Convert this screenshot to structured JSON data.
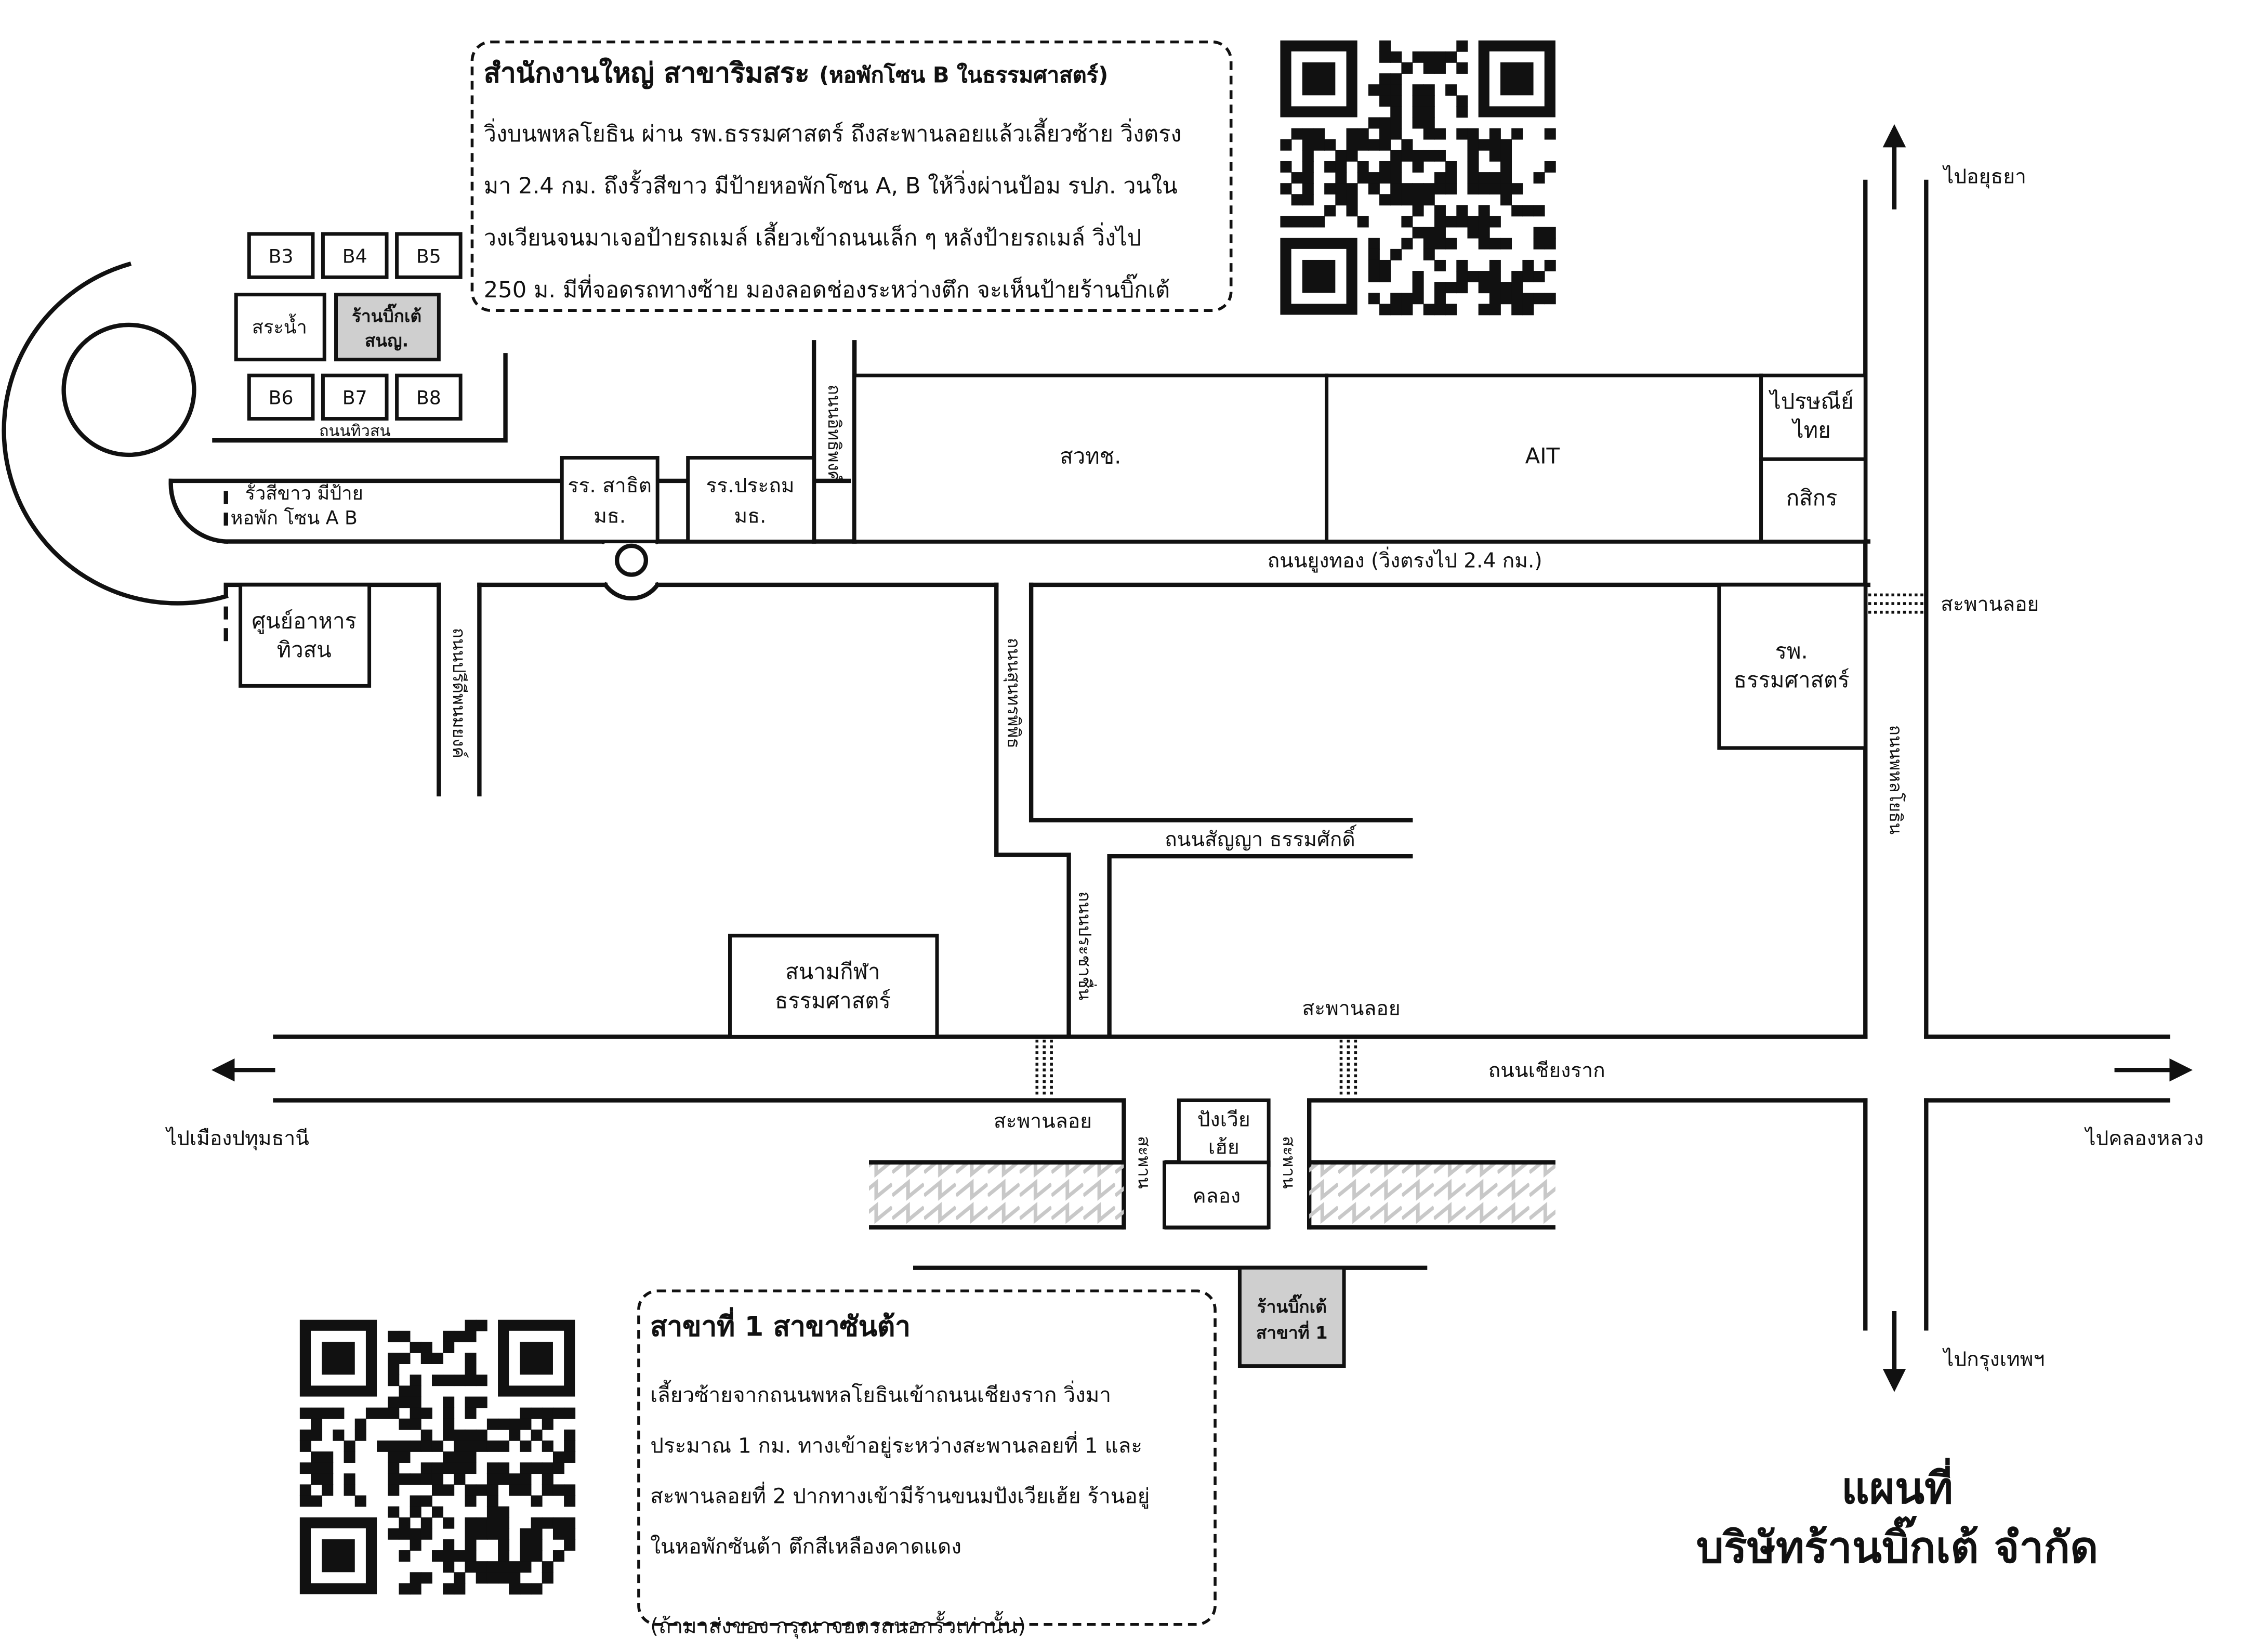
{
  "title": {
    "line1": "แผนที่",
    "line2": "บริษัทร้านบิ๊กเต้ จำกัด"
  },
  "head_office": {
    "title": "สำนักงานใหญ่ สาขาริมสระ",
    "subtitle": "(หอพักโซน B ในธรรมศาสตร์)",
    "lines": [
      "วิ่งบนพหลโยธิน ผ่าน รพ.ธรรมศาสตร์ ถึงสะพานลอยแล้วเลี้ยวซ้าย วิ่งตรง",
      "มา 2.4 กม. ถึงรั้วสีขาว มีป้ายหอพักโซน A, B ให้วิ่งผ่านป้อม รปภ. วนใน",
      "วงเวียนจนมาเจอป้ายรถเมล์  เลี้ยวเข้าถนนเล็ก ๆ หลังป้ายรถเมล์ วิ่งไป",
      "250 ม. มีที่จอดรถทางซ้าย มองลอดช่องระหว่างตึก จะเห็นป้ายร้านบิ๊กเต้"
    ]
  },
  "branch1": {
    "title": "สาขาที่ 1 สาขาซันต้า",
    "lines": [
      "เลี้ยวซ้ายจากถนนพหลโยธินเข้าถนนเชียงราก วิ่งมา",
      "ประมาณ 1 กม. ทางเข้าอยู่ระหว่างสะพานลอยที่ 1 และ",
      "สะพานลอยที่ 2 ปากทางเข้ามีร้านขนมปังเวียเฮ้ย  ร้านอยู่",
      "ในหอพักซันต้า ตึกสีเหลืองคาดแดง"
    ],
    "note": "(ถ้ามาส่งของ กรุณาจอดรถนอกรั้วเท่านั้น)"
  },
  "labels": {
    "b3": "B3",
    "b4": "B4",
    "b5": "B5",
    "b6": "B6",
    "b7": "B7",
    "b8": "B8",
    "pool": "สระน้ำ",
    "shop_main_1": "ร้านบิ๊กเต้",
    "shop_main_2": "สนญ.",
    "tiwason_road": "ถนนทิวสน",
    "fence_1": "รั้วสีขาว มีป้าย",
    "fence_2": "หอพัก โซน A B",
    "foodcourt_1": "ศูนย์อาหาร",
    "foodcourt_2": "ทิวสน",
    "school1_1": "รร. สาธิต",
    "school1_2": "มธ.",
    "school2_1": "รร.ประถม",
    "school2_2": "มธ.",
    "road_v1": "ถนนปรีดีพนมยงค์",
    "road_v2": "ถนนอิทธิพงศ์",
    "road_v3": "ถนนสุนทรพิพิธ",
    "road_v4": "ถนนประชาชื่น",
    "road_phahon": "ถนนพหลโยธิน",
    "nstda": "สวทช.",
    "ait": "AIT",
    "post_1": "ไปรษณีย์",
    "post_2": "ไทย",
    "kasikorn": "กสิกร",
    "yungthong": "ถนนยูงทอง (วิ่งตรงไป 2.4 กม.)",
    "bridge_top": "สะพานลอย",
    "hospital_1": "รพ.",
    "hospital_2": "ธรรมศาสตร์",
    "sanya_road": "ถนนสัญญา ธรรมศักดิ์",
    "stadium_1": "สนามกีฬา",
    "stadium_2": "ธรรมศาสตร์",
    "bridge_mid": "สะพานลอย",
    "chiangrak": "ถนนเชียงราก",
    "bridge_low": "สะพานลอย",
    "bakery_1": "ปังเวีย",
    "bakery_2": "เฮ้ย",
    "canal": "คลอง",
    "bridge_v": "สะพาน",
    "shop_b1_1": "ร้านบิ๊กเต้",
    "shop_b1_2": "สาขาที่ 1",
    "to_ayutthaya": "ไปอยุธยา",
    "to_bangkok": "ไปกรุงเทพฯ",
    "to_pathum": "ไปเมืองปทุมธานี",
    "to_khlongluang": "ไปคลองหลวง"
  },
  "qr": {
    "top_icon": "qr-code",
    "bottom_icon": "qr-code"
  }
}
